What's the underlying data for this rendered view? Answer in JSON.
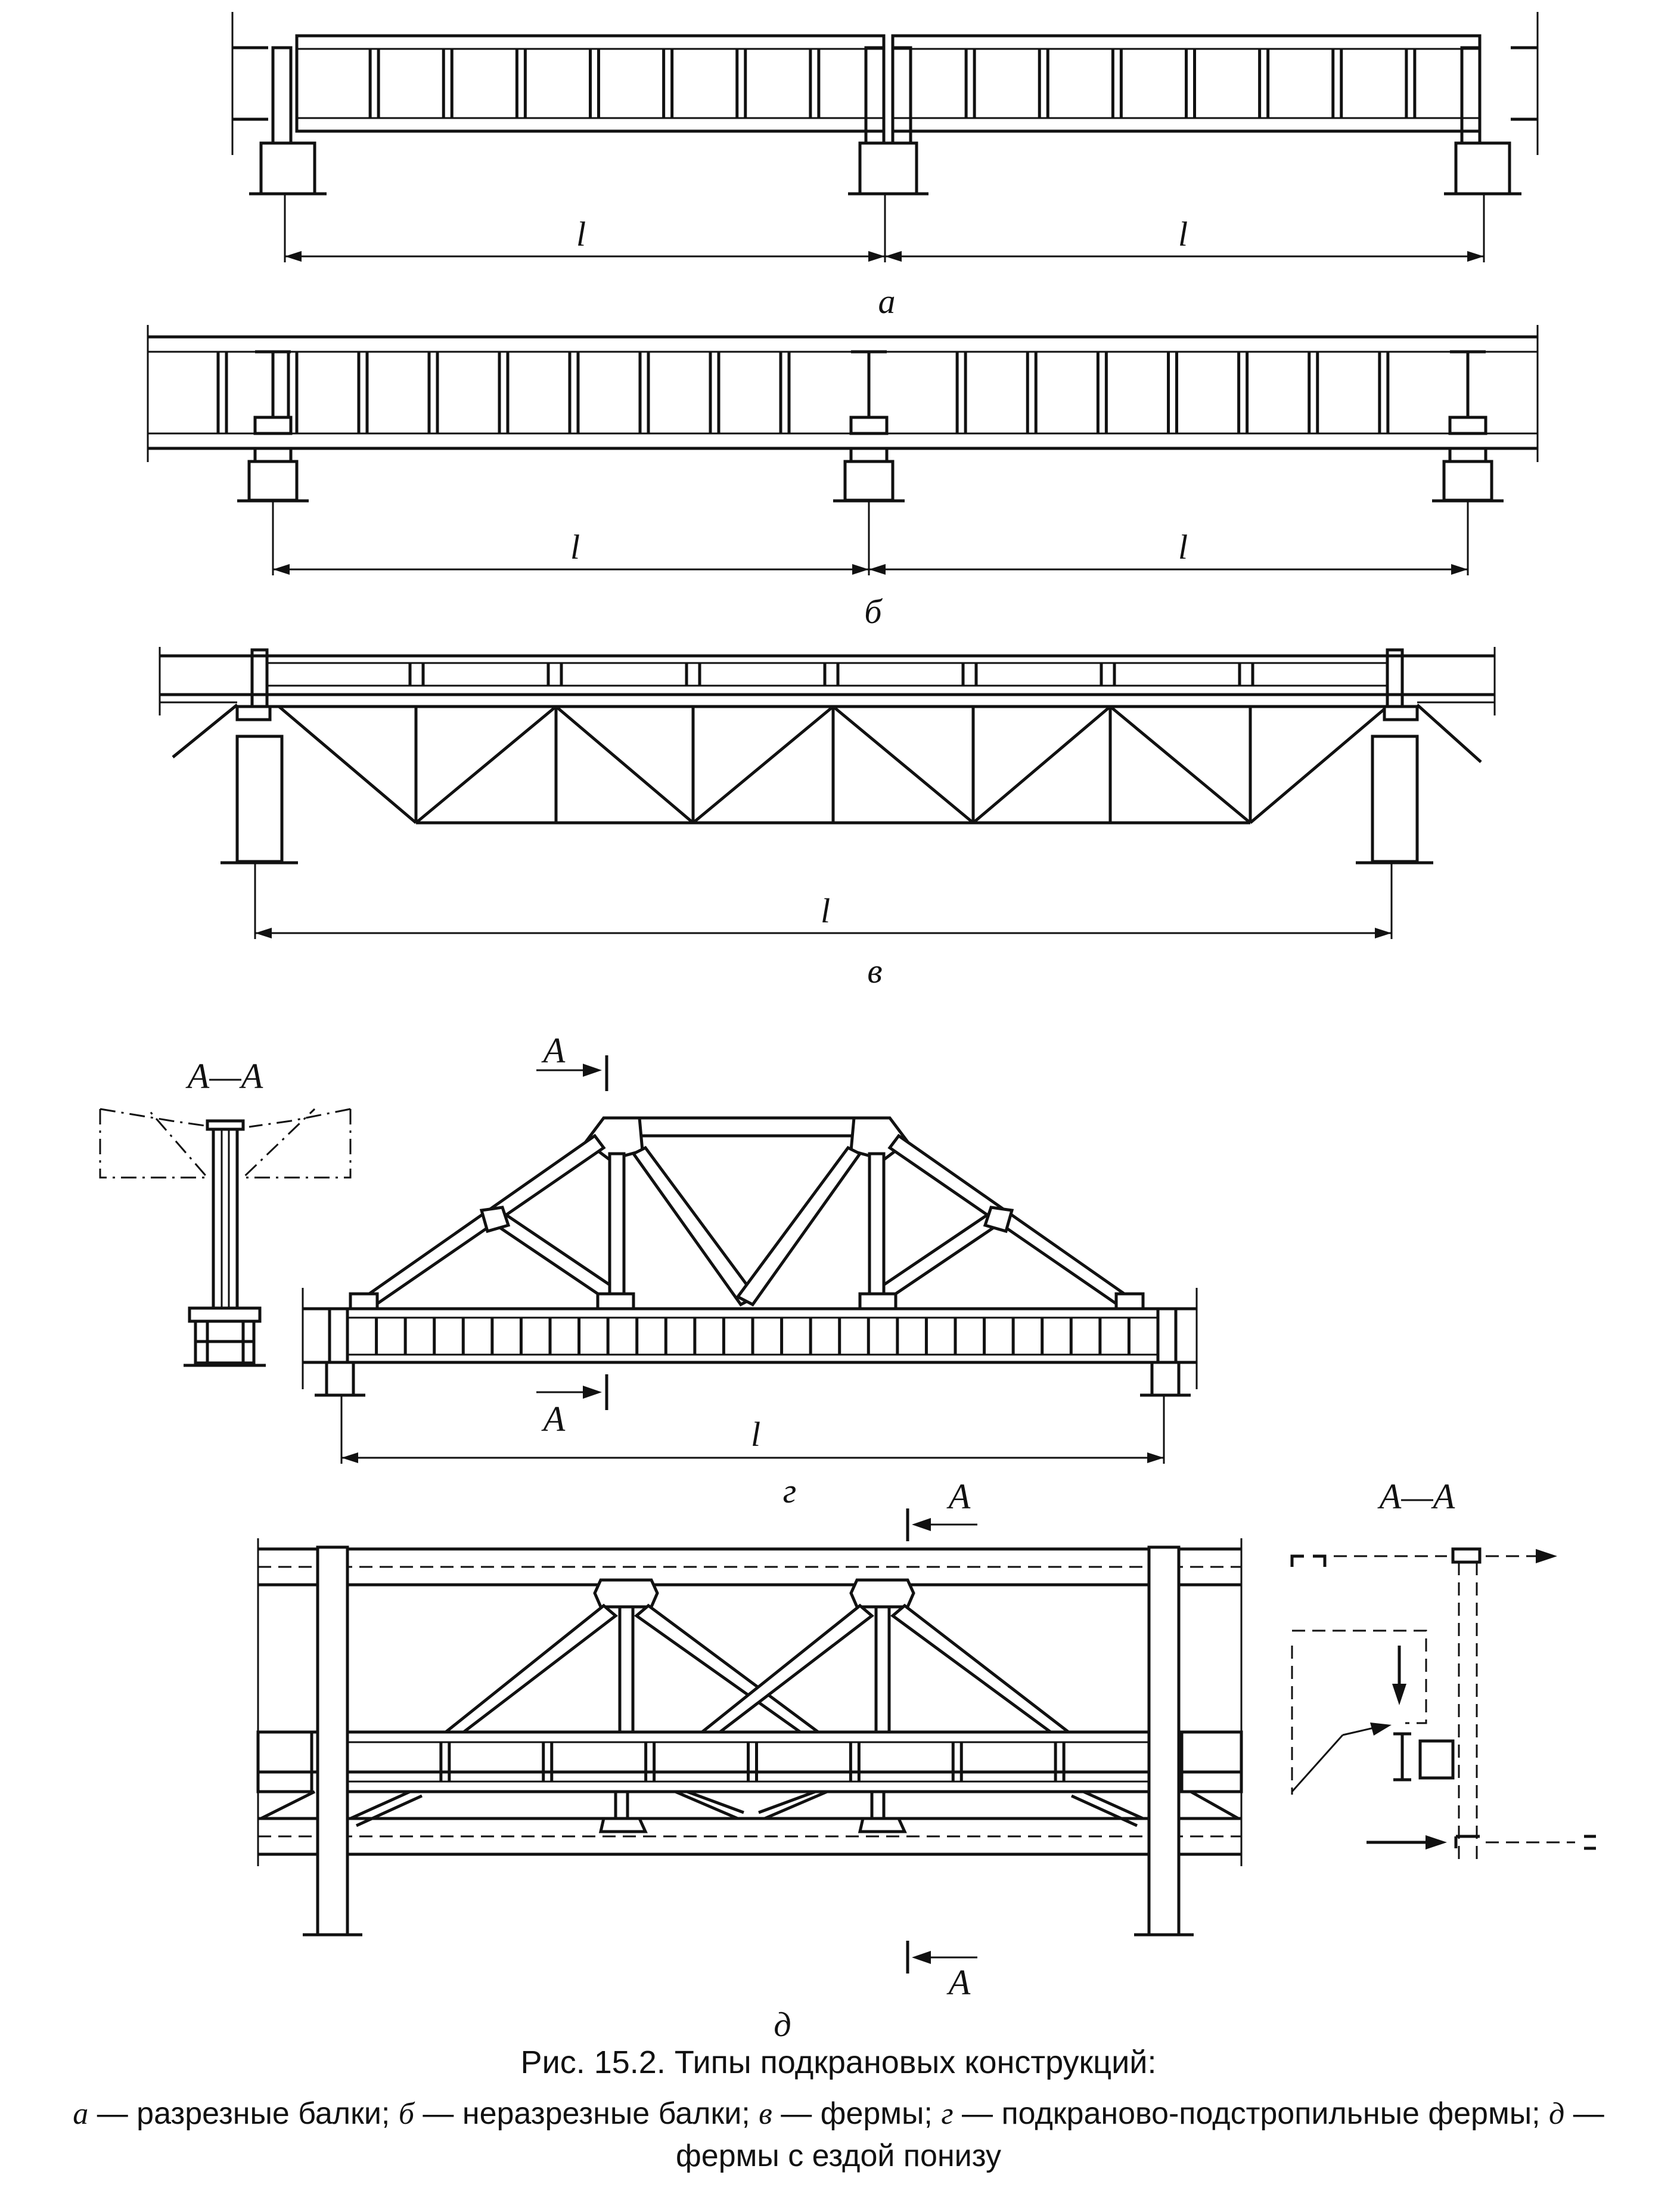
{
  "figure": {
    "caption_title": "Рис. 15.2. Типы подкрановых конструкций:",
    "caption_items": [
      {
        "letter": "а",
        "text": "разрезные балки"
      },
      {
        "letter": "б",
        "text": "неразрезные балки"
      },
      {
        "letter": "в",
        "text": "фермы"
      },
      {
        "letter": "г",
        "text": "подкраново-подстропильные фермы"
      },
      {
        "letter": "д",
        "text": "фермы с ездой понизу"
      }
    ],
    "sub_a": "а",
    "sub_b": "б",
    "sub_v": "в",
    "sub_g": "г",
    "sub_d": "д",
    "span": "l",
    "section_title": "А—А",
    "section_mark": "А"
  }
}
